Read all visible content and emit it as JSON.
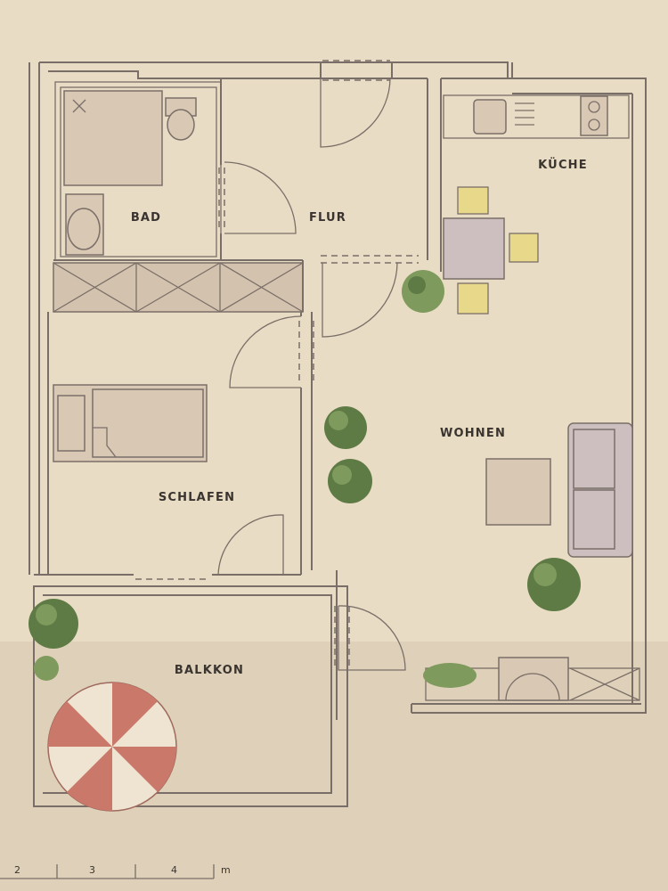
{
  "plan": {
    "rooms": {
      "bad": "BAD",
      "flur": "FLUR",
      "kueche": "KÜCHE",
      "wohnen": "WOHNEN",
      "schlafen": "SCHLAFEN",
      "balkon": "BALKKON"
    },
    "scale": {
      "ticks": [
        "2",
        "3",
        "4"
      ],
      "unit": "m"
    }
  },
  "colors": {
    "paper": "#e9dcc4",
    "wall": "#7a6f68",
    "chair": "#e8d98a",
    "sofa": "#cdbfc0",
    "plant": "#5f7b45",
    "umbrella_red": "#c9786a",
    "umbrella_white": "#efe4d2"
  }
}
